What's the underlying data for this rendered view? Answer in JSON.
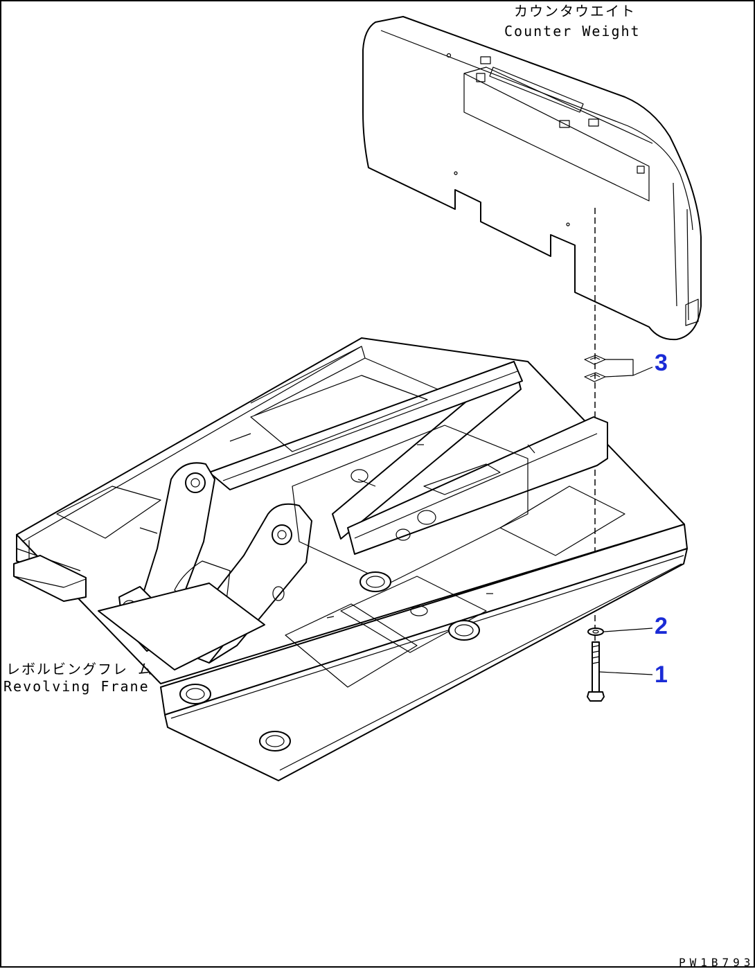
{
  "labels": {
    "counter_weight_jp": "カウンタウエイト",
    "counter_weight_en": "Counter Weight",
    "revolving_frame_jp": "レボルビングフレ ム",
    "revolving_frame_en": "Revolving Frane"
  },
  "callouts": [
    {
      "number": "1",
      "part": "bolt"
    },
    {
      "number": "2",
      "part": "washer"
    },
    {
      "number": "3",
      "part": "shim"
    }
  ],
  "callout_color": "#1a2bd6",
  "drawing_code": "PW1B793"
}
